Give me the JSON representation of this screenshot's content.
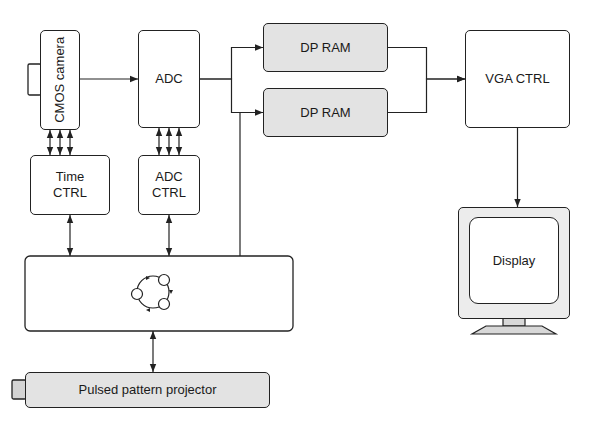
{
  "diagram": {
    "nodes": [
      {
        "text": [
          "CMOS camera"
        ]
      },
      {
        "text": [
          "ADC"
        ]
      },
      {
        "text": [
          "DP RAM"
        ]
      },
      {
        "text": [
          "DP RAM"
        ]
      },
      {
        "text": [
          "VGA CTRL"
        ]
      },
      {
        "text": [
          "Time CTRL"
        ]
      },
      {
        "text": [
          "ADC CTRL"
        ]
      },
      {
        "text": [
          "Display"
        ]
      },
      {
        "text": [
          "Pulsed pattern projector"
        ]
      }
    ],
    "edges": [
      {
        "from": 0,
        "to": 1,
        "arrow": "to"
      },
      {
        "from": 0,
        "to": 5,
        "arrow": "both"
      },
      {
        "from": 0,
        "to": 5,
        "arrow": "both"
      },
      {
        "from": 0,
        "to": 5,
        "arrow": "both"
      },
      {
        "from": 1,
        "to": 6,
        "arrow": "both"
      },
      {
        "from": 1,
        "to": 6,
        "arrow": "both"
      },
      {
        "from": 1,
        "to": 6,
        "arrow": "both"
      },
      {
        "from": 1,
        "to": 2,
        "arrow": "to"
      },
      {
        "from": 1,
        "to": 3,
        "arrow": "to"
      },
      {
        "from": 2,
        "to": 4,
        "arrow": "to"
      },
      {
        "from": 3,
        "to": 4,
        "arrow": "to"
      },
      {
        "from": 4,
        "to": 7,
        "arrow": "to"
      }
    ]
  }
}
